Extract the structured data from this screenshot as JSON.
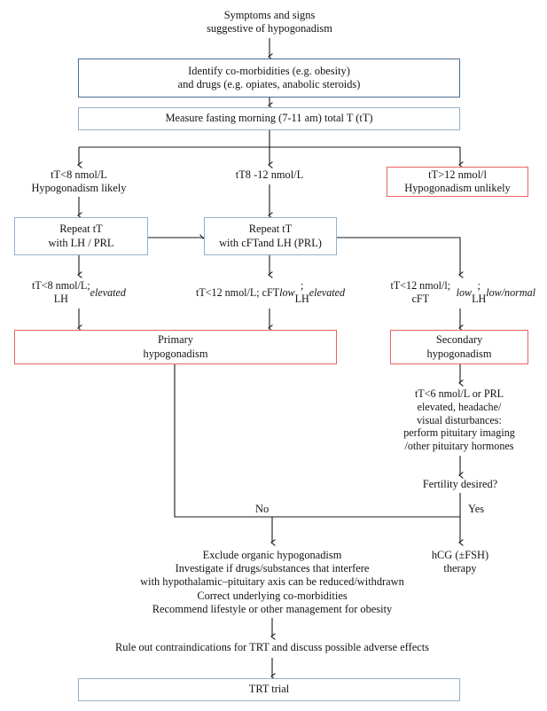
{
  "figure": {
    "type": "clinical-flowchart",
    "title": "Diagnostic algorithm for male hypogonadism",
    "colors": {
      "border_dark_blue": "#4a6e93",
      "border_light_blue": "#93b1ca",
      "border_red": "#e8645d",
      "line": "#1a1a1a",
      "background": "#ffffff",
      "text": "#141414"
    }
  },
  "nodes": {
    "start": "Symptoms and signs\nsuggestive of hypogonadism",
    "identify": "Identify co-morbidities (e.g. obesity)\nand drugs (e.g. opiates, anabolic steroids)",
    "measure": "Measure fasting morning (7-11 am) total T (tT)",
    "branch_low": "tT<8 nmol/L\nHypogonadism likely",
    "branch_mid": "tT8 -12 nmol/L",
    "branch_high": "tT>12 nmol/l\nHypogonadism unlikely",
    "repeat_left": "Repeat tT\nwith LH / PRL",
    "repeat_mid": "Repeat tT\nwith cFTand LH (PRL)",
    "cond_left": "tT<8 nmol/L;\nLH elevated",
    "cond_mid": "tT<12 nmol/L; cFT  low;\nLH elevated",
    "cond_right": "tT<12 nmol/l; cFT  low;\nLH low/normal",
    "primary": "Primary\nhypogonadism",
    "secondary": "Secondary\nhypogonadism",
    "pituitary_workup": "tT<6 nmol/L or PRL\nelevated, headache/\nvisual disturbances:\nperform pituitary imaging\n/other pituitary hormones",
    "fertility_question": "Fertility desired?",
    "hcg_therapy": "hCG (±FSH)\ntherapy",
    "management": "Exclude organic hypogonadism\nInvestigate if drugs/substances that interfere\nwith hypothalamic–pituitary axis can be reduced/withdrawn\nCorrect underlying co-morbidities\nRecommend lifestyle or other management for obesity",
    "contraindications": "Rule out contraindications for TRT and discuss possible adverse effects",
    "trt_trial": "TRT trial"
  },
  "edge_labels": {
    "no": "No",
    "yes": "Yes"
  },
  "italics": {
    "cond_left_emphasis": "elevated",
    "cond_mid_emphasis": "elevated",
    "cond_right_emphasis": "low/normal",
    "cft_emphasis": "low"
  }
}
